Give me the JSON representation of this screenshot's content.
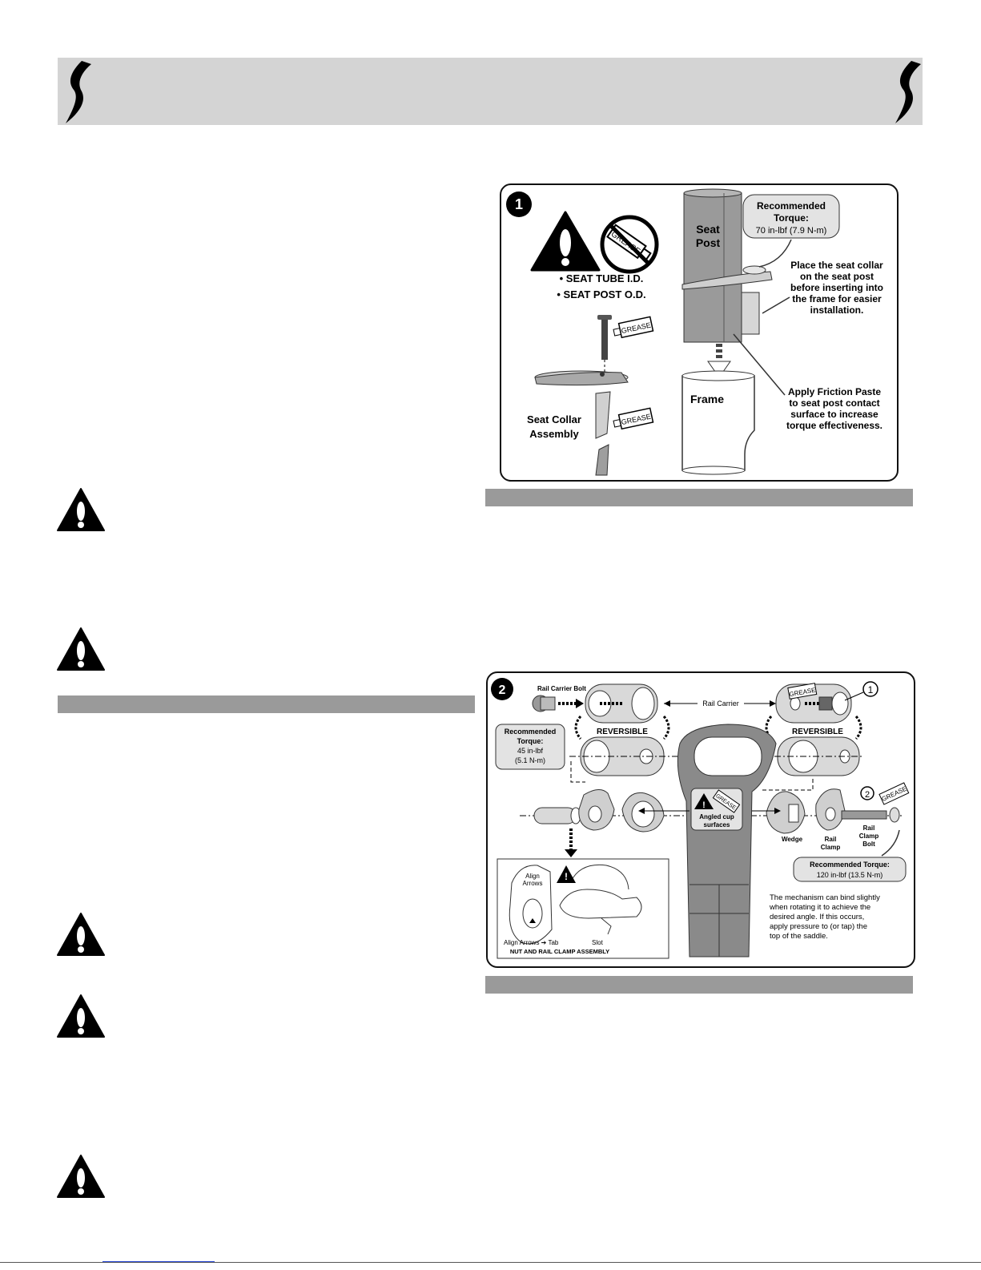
{
  "icons": {
    "brand_logo": "specialized-s-logo",
    "warning": "warning-triangle-icon",
    "no_grease": "no-grease-icon",
    "grease_tube": "grease-tube-icon"
  },
  "colors": {
    "header_bar": "#d4d4d4",
    "section_bar": "#9a9a9a",
    "part_gray": "#8a8a8a",
    "part_light": "#cfcfcf",
    "callout_fill": "#e3e3e3",
    "link_rule": "#2a4ad6"
  },
  "figure1": {
    "step": "1",
    "grease_label": "GREASE",
    "no_grease_list": [
      "• SEAT TUBE I.D.",
      "• SEAT POST O.D."
    ],
    "seat_post_label": [
      "Seat",
      "Post"
    ],
    "torque_callout": [
      "Recommended",
      "Torque:",
      "70 in-lbf (7.9 N-m)"
    ],
    "collar_note": [
      "Place the seat collar",
      "on the seat post",
      "before inserting into",
      "the frame for easier",
      "installation."
    ],
    "frame_label": "Frame",
    "friction_note": [
      "Apply Friction Paste",
      "to seat post contact",
      "surface to increase",
      "torque effectiveness."
    ],
    "collar_assembly_label": [
      "Seat Collar",
      "Assembly"
    ]
  },
  "figure2": {
    "step": "2",
    "rail_carrier_bolt": "Rail Carrier Bolt",
    "rail_carrier": "Rail Carrier",
    "reversible": "REVERSIBLE",
    "torque_callout_left": [
      "Recommended",
      "Torque:",
      "45 in-lbf",
      "(5.1 N-m)"
    ],
    "marker_1": "1",
    "marker_2": "2",
    "grease_label": "GREASE",
    "angled_cup": [
      "Angled cup",
      "surfaces"
    ],
    "wedge": "Wedge",
    "rail_clamp": [
      "Rail",
      "Clamp"
    ],
    "rail_clamp_bolt": [
      "Rail",
      "Clamp",
      "Bolt"
    ],
    "torque_callout_right": [
      "Recommended Torque:",
      "120 in-lbf (13.5 N-m)"
    ],
    "bind_note": [
      "The mechanism can bind slightly",
      "when rotating it to achieve the",
      "desired angle. If this occurs,",
      "apply pressure to (or tap) the",
      "top of the saddle."
    ],
    "inset": {
      "align_arrows": [
        "Align",
        "Arrows"
      ],
      "align_tab": "Align Arrows ➔ Tab",
      "slot": "Slot",
      "title": "NUT AND RAIL CLAMP ASSEMBLY"
    }
  }
}
